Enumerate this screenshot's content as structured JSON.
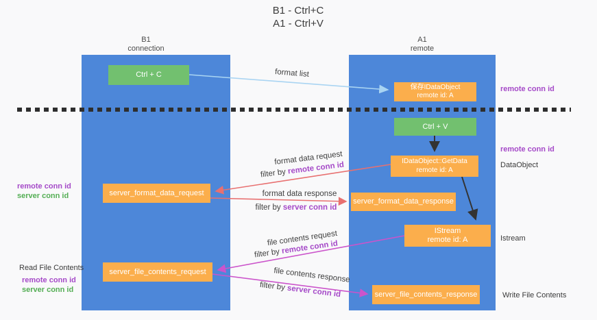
{
  "title": {
    "line1": "B1 - Ctrl+C",
    "line2": "A1 - Ctrl+V"
  },
  "columns": {
    "left": {
      "name": "B1",
      "subtitle": "connection"
    },
    "right": {
      "name": "A1",
      "subtitle": "remote"
    }
  },
  "nodes": {
    "ctrl_c": {
      "label": "Ctrl + C"
    },
    "ctrl_v": {
      "label": "Ctrl + V"
    },
    "save_dataobject": {
      "line1": "保存IDataObject",
      "line2": "remote id: A"
    },
    "getdata": {
      "line1": "IDataObject::GetData",
      "line2": "remote id: A"
    },
    "istream": {
      "line1": "IStream",
      "line2": "remote id: A"
    },
    "server_format_data_request": {
      "label": "server_format_data_request"
    },
    "server_format_data_response": {
      "label": "server_format_data_response"
    },
    "server_file_contents_request": {
      "label": "server_file_contents_request"
    },
    "server_file_contents_response": {
      "label": "server_file_contents_response"
    }
  },
  "side_labels": {
    "right_remote_conn_id_top": "remote conn id",
    "right_remote_conn_id_mid": "remote conn id",
    "dataobject": "DataObject",
    "istream": "Istream",
    "write_file_contents": "Write File Contents",
    "read_file_contents": "Read File Contents",
    "left_remote_conn_id_1": "remote conn id",
    "left_server_conn_id_1": "server conn id",
    "left_remote_conn_id_2": "remote conn id",
    "left_server_conn_id_2": "server conn id"
  },
  "edge_labels": {
    "format_list": "format list",
    "format_data_request": "format data request",
    "format_data_response": "format data response",
    "file_contents_request": "file contents request",
    "file_contents_response": "file contents response",
    "filter_by": "filter by ",
    "remote_conn_id": "remote conn id",
    "server_conn_id": "server conn id"
  },
  "colors": {
    "background": "#f9f9fa",
    "column_blue": "#4d87d9",
    "box_orange": "#fbae4c",
    "box_green": "#72c06f",
    "arrow_light_blue": "#a9d4f2",
    "arrow_black": "#333333",
    "arrow_red": "#e87070",
    "arrow_magenta": "#cb54cb",
    "text_purple": "#a54ac8",
    "text_green": "#54ae54",
    "text_dark": "#3a3a3a",
    "dash_black": "#2e2e2e"
  }
}
